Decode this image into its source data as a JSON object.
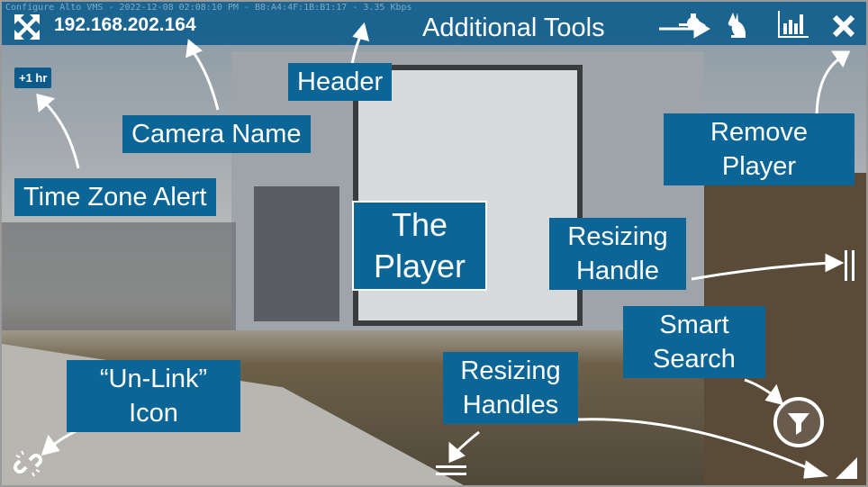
{
  "header": {
    "watermark": "Configure Alto VMS - 2022-12-08 02:08:10 PM - B8:A4:4F:1B:B1:17 - 3.35 Kbps",
    "camera_name": "192.168.202.164"
  },
  "time_zone_badge": "+1 hr",
  "icons": {
    "expand": "expand-icon",
    "ptz": "ptz-icon",
    "rabbit": "rabbit-icon",
    "stats": "bar-chart-icon",
    "close": "close-icon",
    "unlink": "unlink-icon",
    "smart_search": "filter-icon",
    "resize": "resize-handle-icon"
  },
  "annotations": {
    "additional_tools": "Additional Tools",
    "header": "Header",
    "camera_name": "Camera Name",
    "time_zone_alert": "Time Zone Alert",
    "the_player": "The Player",
    "resizing_handle": "Resizing Handle",
    "remove_player": "Remove Player",
    "smart_search": "Smart Search",
    "unlink_icon": "“Un-Link” Icon",
    "resizing_handles": "Resizing Handles"
  },
  "colors": {
    "label_bg": "#0b6597",
    "header_bg": "#085a8c"
  }
}
